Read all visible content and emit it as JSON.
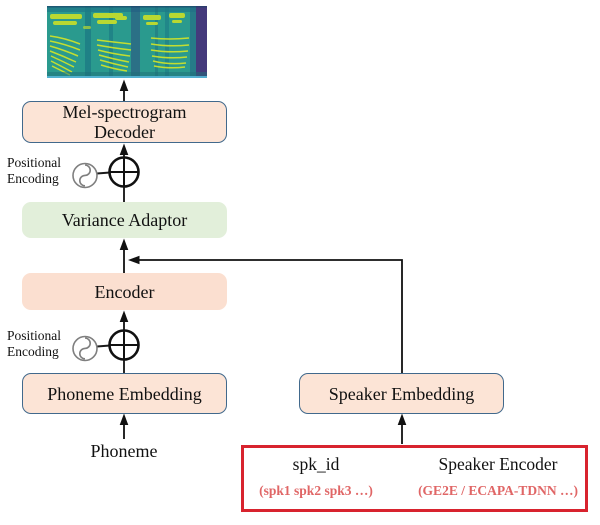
{
  "diagram": {
    "nodes": {
      "mel_decoder": {
        "line1": "Mel-spectrogram",
        "line2": "Decoder"
      },
      "variance_adaptor": {
        "label": "Variance Adaptor"
      },
      "encoder": {
        "label": "Encoder"
      },
      "phoneme_embedding": {
        "label": "Phoneme Embedding"
      },
      "speaker_embedding": {
        "label": "Speaker Embedding"
      }
    },
    "positional_encoding": {
      "line1": "Positional",
      "line2": "Encoding"
    },
    "inputs": {
      "phoneme": {
        "label": "Phoneme"
      },
      "spk_id": {
        "label": "spk_id",
        "examples": "(spk1 spk2 spk3 …)"
      },
      "speaker_encoder": {
        "label": "Speaker Encoder",
        "examples": "(GE2E / ECAPA-TDNN …)"
      }
    },
    "icons": {
      "sine": "sine-wave-icon",
      "add": "add-circle-icon",
      "spectrogram": "mel-spectrogram-image"
    },
    "colors": {
      "peach_fill": "#fce4d6",
      "peach_fill_2": "#fbdfd0",
      "green_fill": "#e2efda",
      "node_border_blue": "#41698c",
      "red_border": "#d8232e",
      "red_text": "#e06666",
      "arrow": "#111111"
    }
  }
}
